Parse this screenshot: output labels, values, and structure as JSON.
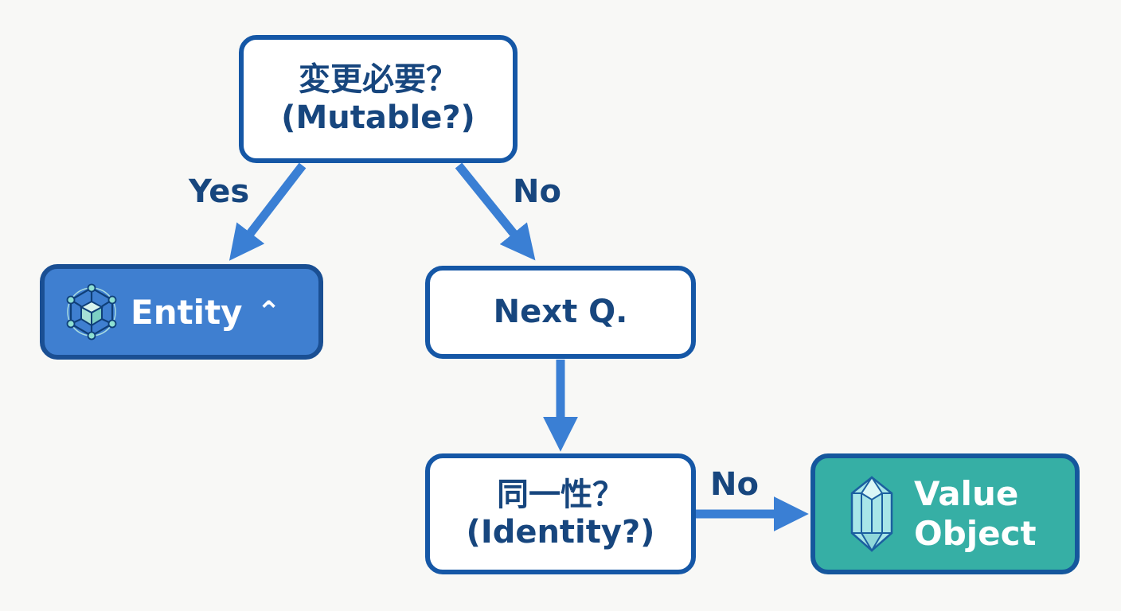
{
  "question_mutable": {
    "jp": "変更必要？",
    "en": "(Mutable?)"
  },
  "entity": {
    "label": "Entity",
    "caret": "⌃",
    "icon": "cube-network-icon"
  },
  "next_question": {
    "label": "Next Q."
  },
  "question_identity": {
    "jp": "同一性？",
    "en": "(Identity?)"
  },
  "value_object": {
    "line1": "Value",
    "line2": "Object",
    "icon": "crystal-icon"
  },
  "edges": {
    "yes": "Yes",
    "no_mutable": "No",
    "no_identity": "No"
  },
  "colors": {
    "border": "#1557a6",
    "text": "#17467e",
    "arrow": "#3a7fd4",
    "entity_fill": "#3f7fd0",
    "value_object_fill": "#36afa5"
  }
}
